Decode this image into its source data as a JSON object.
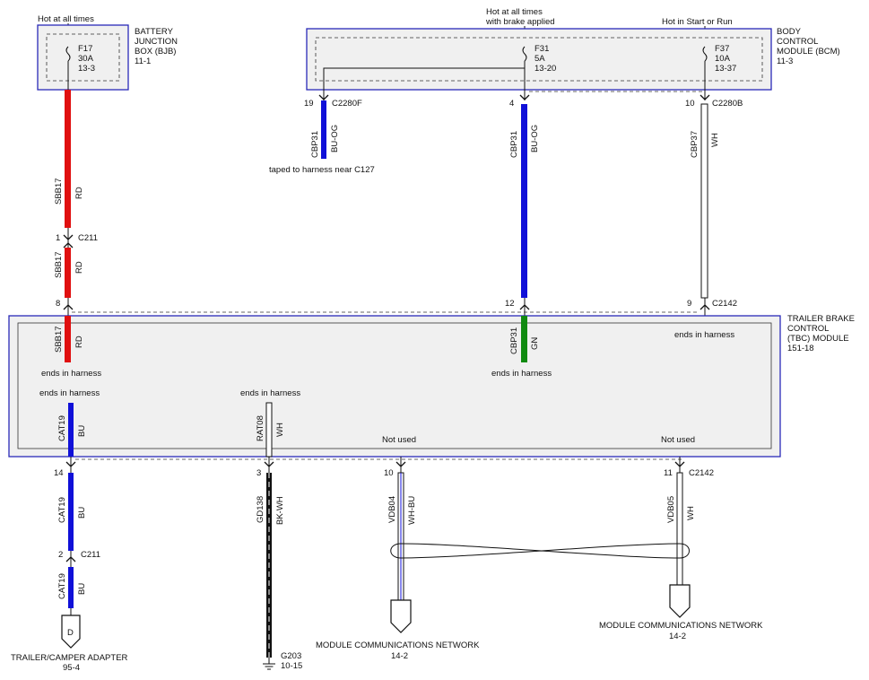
{
  "colors": {
    "red": "#e01010",
    "blue": "#1010d8",
    "green": "#108a10",
    "white_wire": "#ffffff",
    "black_wire": "#111111",
    "module_border": "#2a2ab8",
    "module_fill": "#f0f0f0"
  },
  "bjb": {
    "supply": "Hot at all times",
    "name_line1": "BATTERY",
    "name_line2": "JUNCTION",
    "name_line3": "BOX (BJB)",
    "ref": "11-1",
    "fuse_id": "F17",
    "fuse_rating": "30A",
    "fuse_ref": "13-3"
  },
  "bcm": {
    "supply_a_line1": "Hot at all times",
    "supply_a_line2": "with brake applied",
    "supply_b": "Hot in Start or Run",
    "name_line1": "BODY",
    "name_line2": "CONTROL",
    "name_line3": "MODULE (BCM)",
    "ref": "11-3",
    "fuse_a_id": "F31",
    "fuse_a_rating": "5A",
    "fuse_a_ref": "13-20",
    "fuse_b_id": "F37",
    "fuse_b_rating": "10A",
    "fuse_b_ref": "13-37"
  },
  "tbc": {
    "name_line1": "TRAILER BRAKE",
    "name_line2": "CONTROL",
    "name_line3": "(TBC) MODULE",
    "ref": "151-18",
    "ends_in_harness": "ends in harness",
    "not_used": "Not used"
  },
  "connectors": {
    "c2280f": "C2280F",
    "c2280b": "C2280B",
    "c211": "C211",
    "c2142": "C2142",
    "pin_19": "19",
    "pin_4": "4",
    "pin_10": "10",
    "pin_1": "1",
    "pin_8": "8",
    "pin_12": "12",
    "pin_9": "9",
    "pin_14": "14",
    "pin_3": "3",
    "pin_11": "11",
    "pin_2": "2"
  },
  "wires": {
    "sbb17": "SBB17",
    "rd": "RD",
    "cbp31": "CBP31",
    "bu_og": "BU-OG",
    "gn": "GN",
    "cbp37": "CBP37",
    "wh": "WH",
    "cat19": "CAT19",
    "bu": "BU",
    "rat08": "RAT08",
    "gd138": "GD138",
    "bk_wh": "BK-WH",
    "vdb04": "VDB04",
    "wh_bu": "WH-BU",
    "vdb05": "VDB05"
  },
  "notes": {
    "taped": "taped to harness near C127"
  },
  "bottom": {
    "adapter_letter": "D",
    "adapter_name": "TRAILER/CAMPER ADAPTER",
    "adapter_ref": "95-4",
    "ground_id": "G203",
    "ground_ref": "10-15",
    "net_name": "MODULE COMMUNICATIONS NETWORK",
    "net_ref": "14-2"
  }
}
